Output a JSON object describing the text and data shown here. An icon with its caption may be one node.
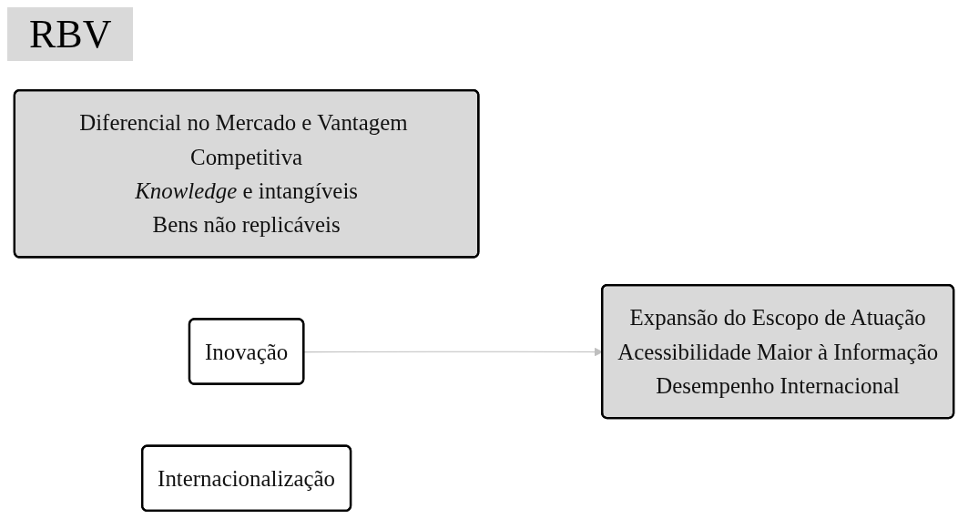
{
  "diagram": {
    "title": "RBV",
    "nodes": [
      {
        "text": [
          "Diferencial no Mercado e Vantagem Competitiva",
          "*Knowledge* e intangíveis",
          "Bens não replicáveis"
        ]
      },
      {
        "text": [
          "Inovação"
        ]
      },
      {
        "text": [
          "Expansão do Escopo de Atuação",
          "Acessibilidade Maior à Informação",
          "Desempenho Internacional"
        ]
      },
      {
        "text": [
          "Internacionalização"
        ]
      }
    ],
    "edges": [
      {
        "from": 1,
        "to": 2,
        "arrow": "to",
        "color": "#bfbfbf"
      }
    ]
  }
}
